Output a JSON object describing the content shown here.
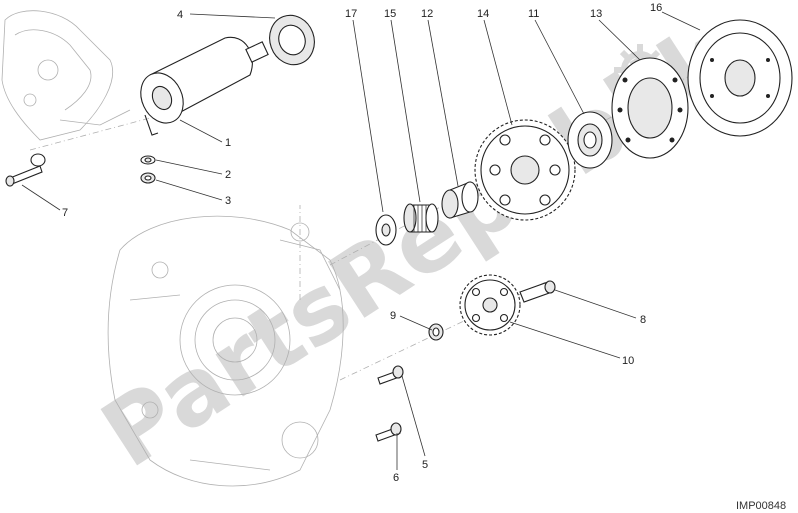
{
  "diagram": {
    "reference_code": "IMP00848",
    "watermark_text": "PartsRepublik",
    "callouts": [
      "1",
      "2",
      "3",
      "4",
      "5",
      "6",
      "7",
      "8",
      "9",
      "10",
      "11",
      "12",
      "13",
      "14",
      "15",
      "16",
      "17"
    ]
  }
}
